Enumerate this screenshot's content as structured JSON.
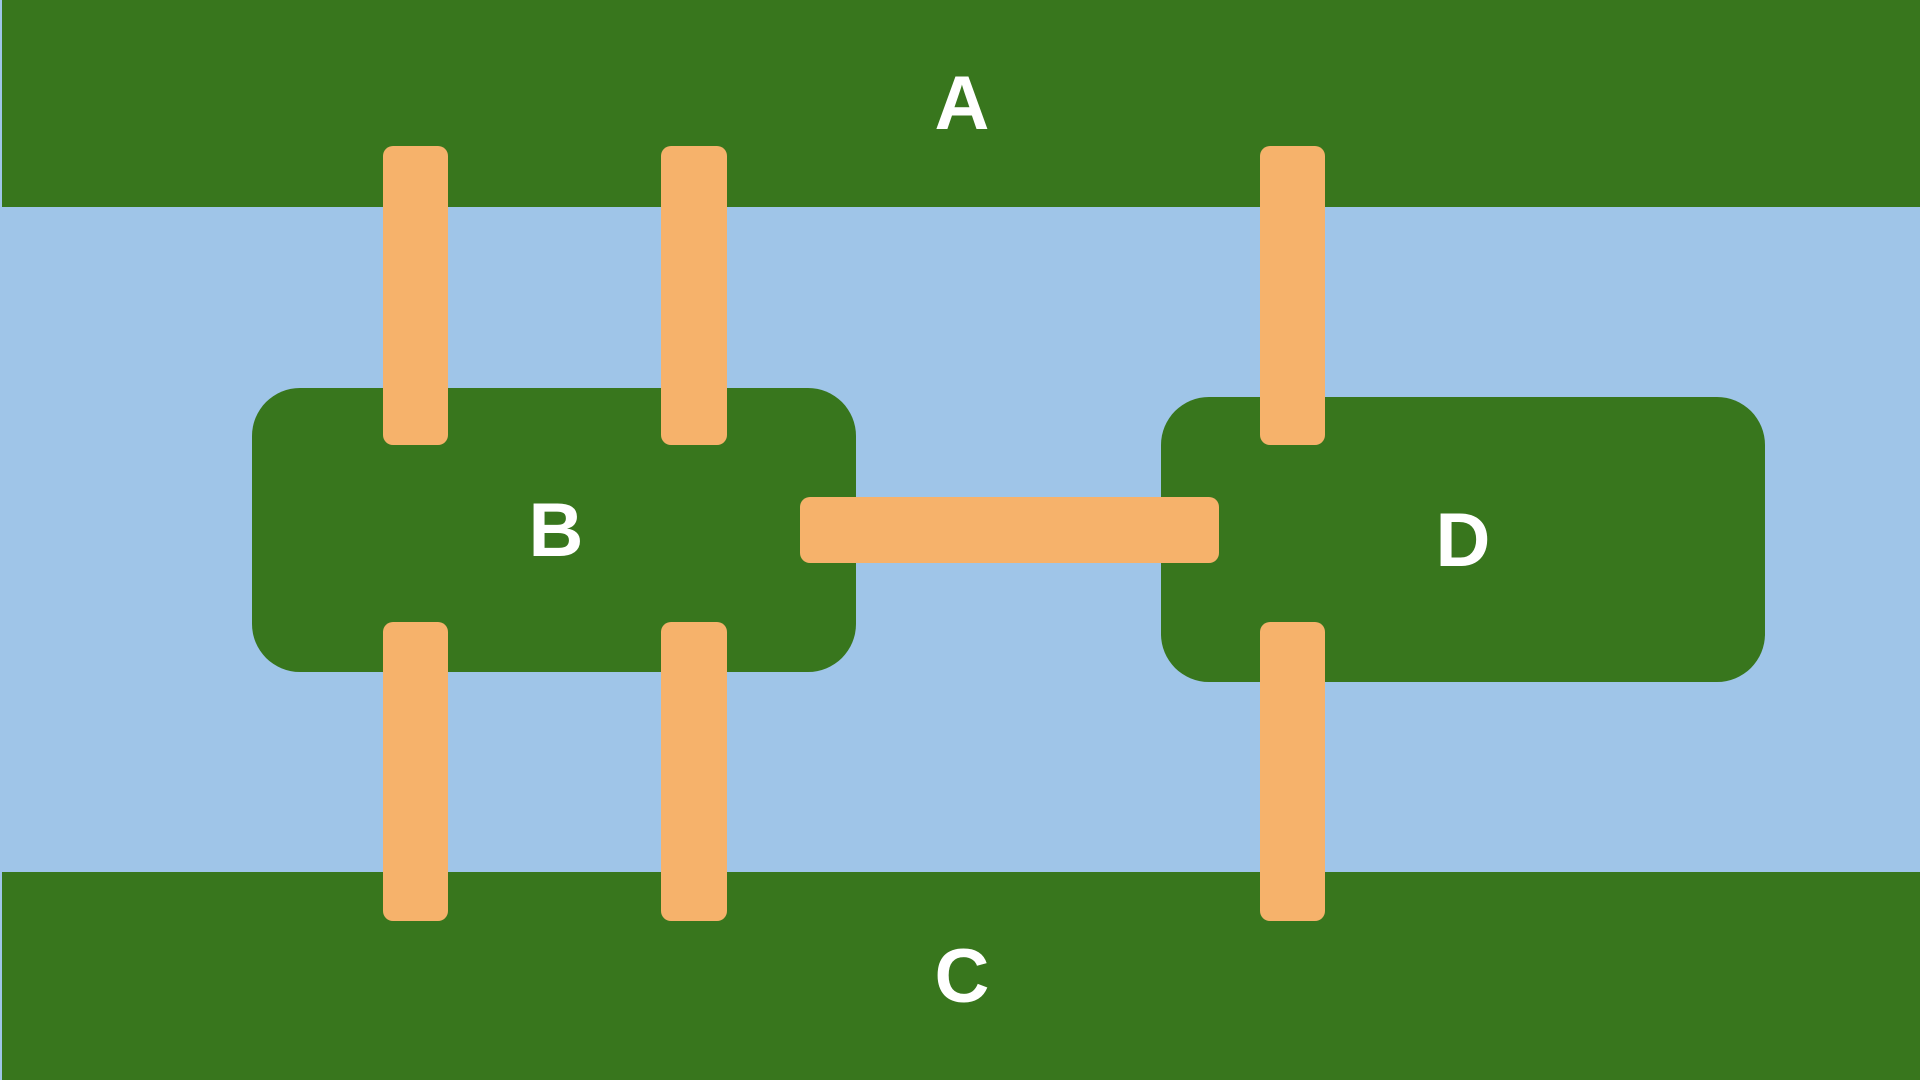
{
  "colors": {
    "water": "#9fc5e8",
    "land": "#38761d",
    "bridge": "#f6b26b",
    "label": "#ffffff"
  },
  "landmasses": {
    "a": {
      "label": "A"
    },
    "b": {
      "label": "B"
    },
    "c": {
      "label": "C"
    },
    "d": {
      "label": "D"
    }
  },
  "bridges": [
    {
      "connects": [
        "A",
        "B"
      ]
    },
    {
      "connects": [
        "A",
        "B"
      ]
    },
    {
      "connects": [
        "A",
        "D"
      ]
    },
    {
      "connects": [
        "B",
        "C"
      ]
    },
    {
      "connects": [
        "B",
        "C"
      ]
    },
    {
      "connects": [
        "C",
        "D"
      ]
    },
    {
      "connects": [
        "B",
        "D"
      ]
    }
  ]
}
